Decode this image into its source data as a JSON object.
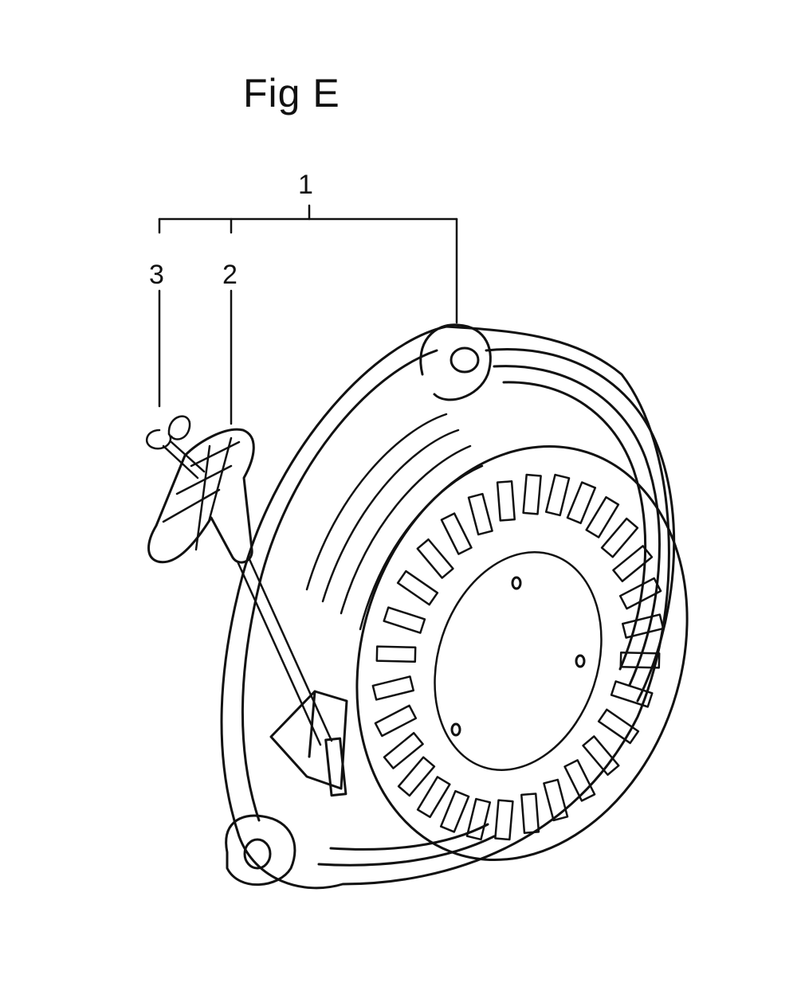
{
  "figure": {
    "title": "Fig E",
    "callouts": [
      {
        "id": "1",
        "label": "1"
      },
      {
        "id": "2",
        "label": "2"
      },
      {
        "id": "3",
        "label": "3"
      }
    ]
  },
  "colors": {
    "ink": "#111111",
    "paper": "#ffffff"
  }
}
